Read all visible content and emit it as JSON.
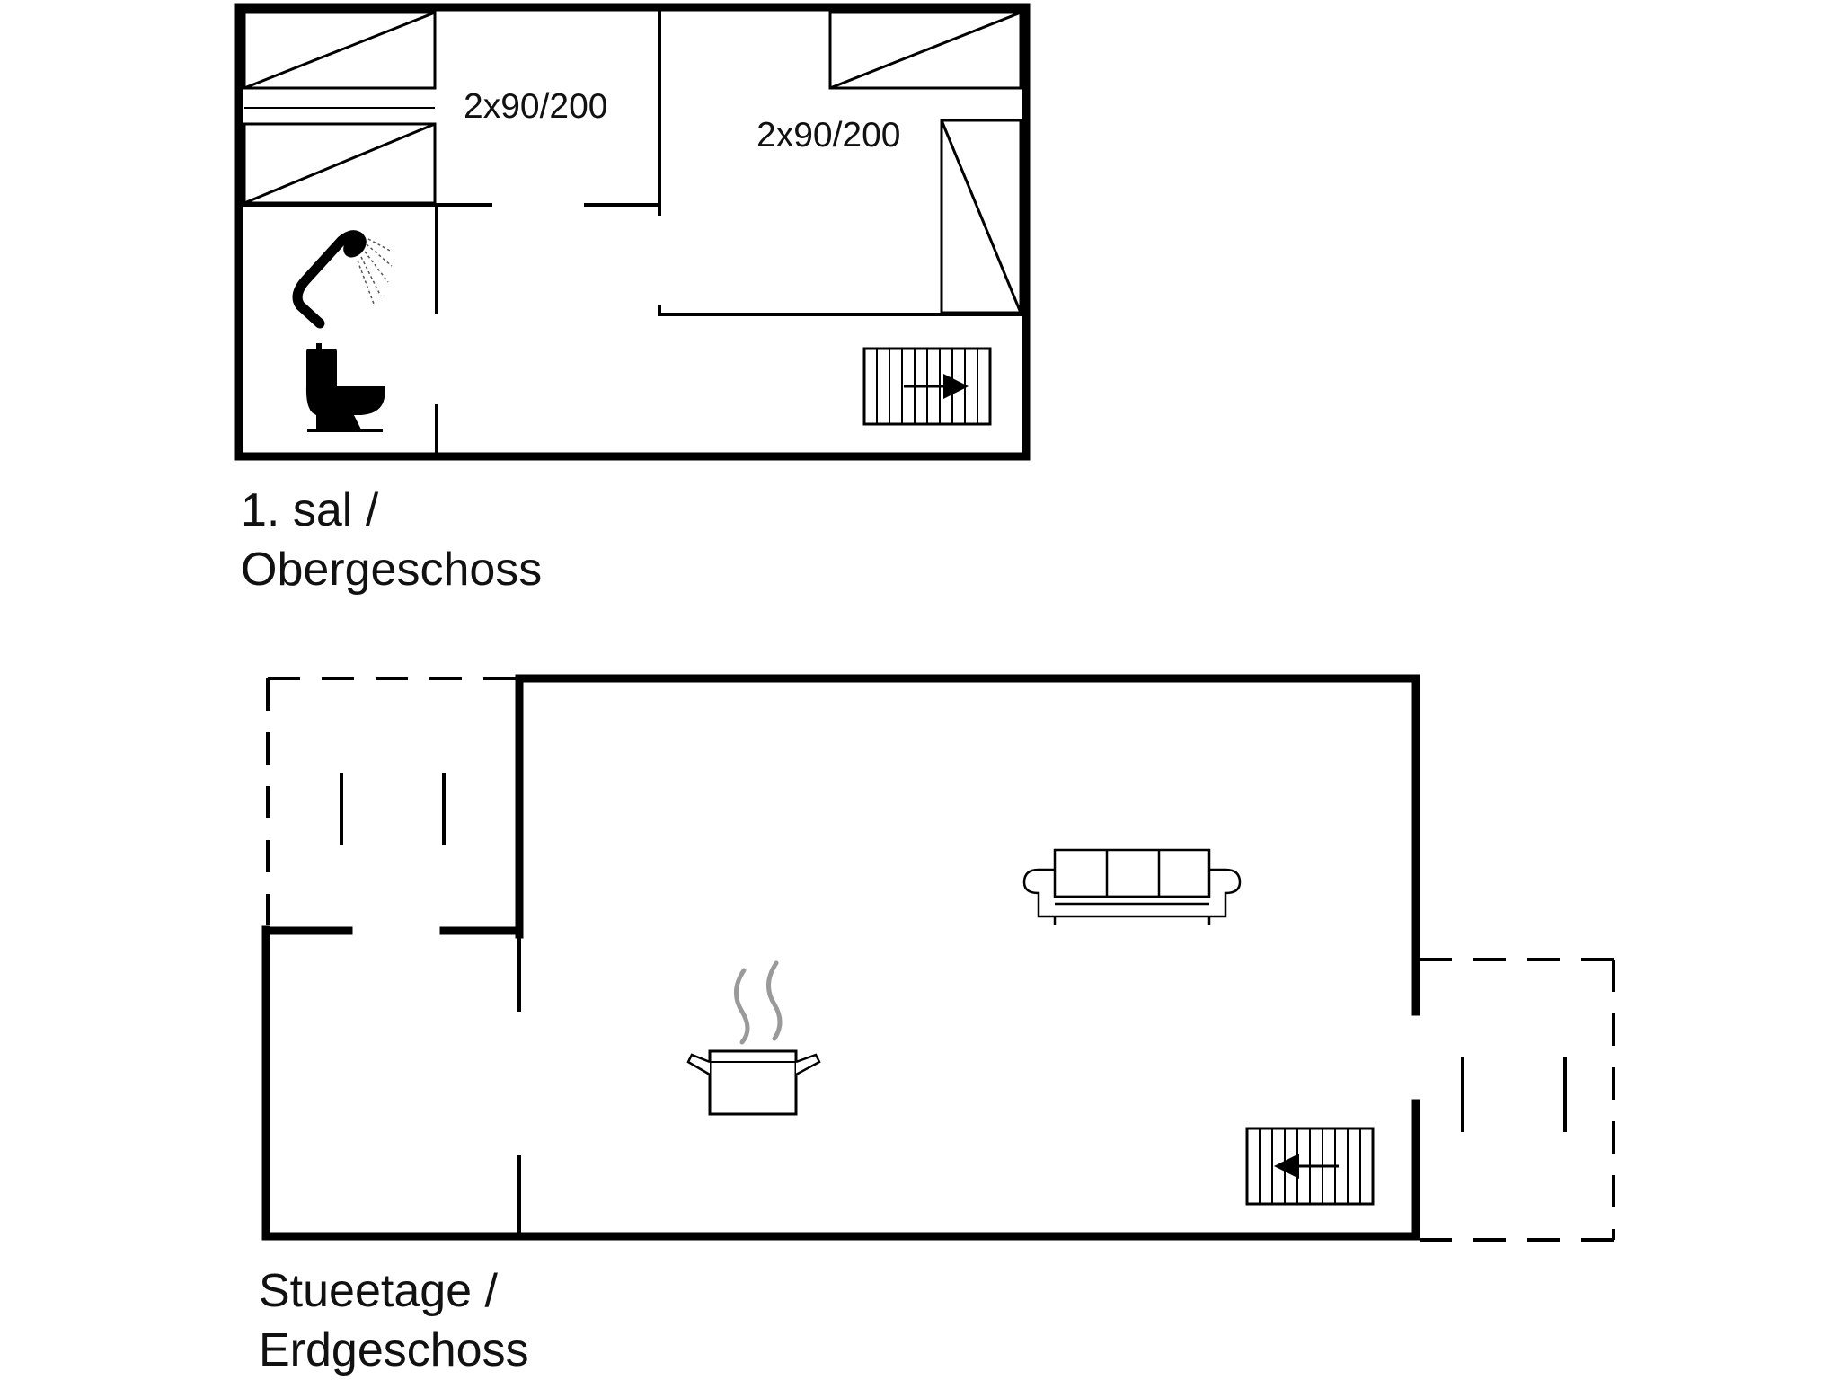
{
  "upper_floor": {
    "caption_line1": "1. sal /",
    "caption_line2": "Obergeschoss",
    "bedroom_left_beds": "2x90/200",
    "bedroom_right_beds": "2x90/200"
  },
  "ground_floor": {
    "caption_line1": "Stueetage /",
    "caption_line2": "Erdgeschoss"
  },
  "icons": [
    "shower-icon",
    "toilet-icon",
    "stairs-up-icon",
    "sofa-icon",
    "cooking-pot-icon",
    "stairs-down-icon"
  ],
  "colors": {
    "wall": "#000000",
    "steam": "#9a9a9a",
    "background": "#ffffff"
  }
}
